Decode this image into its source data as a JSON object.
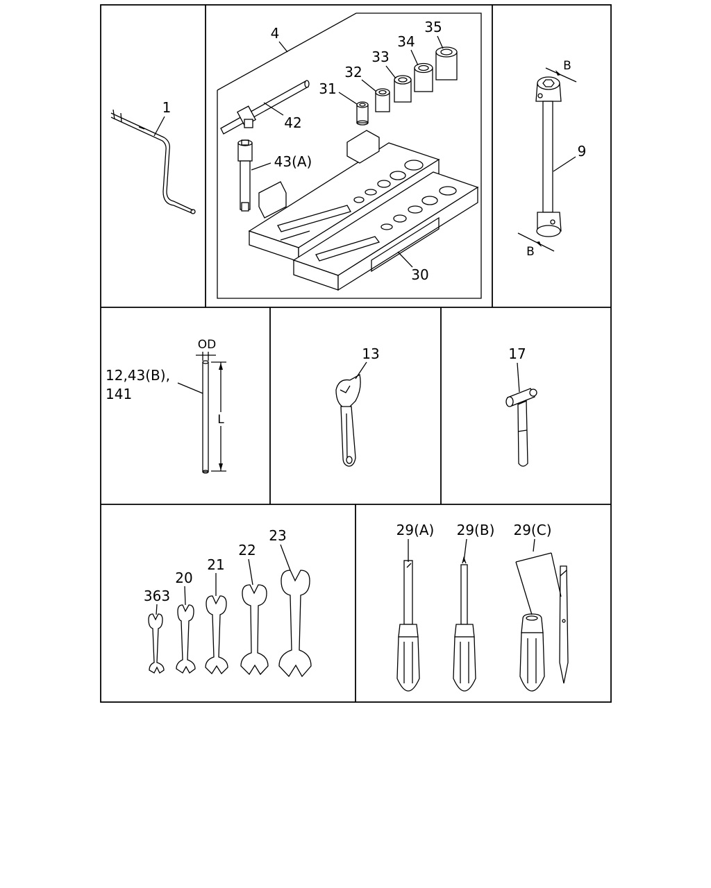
{
  "labels": {
    "crank_handle": "1",
    "tool_kit": "4",
    "socket_31": "31",
    "socket_32": "32",
    "socket_33": "33",
    "socket_34": "34",
    "socket_35": "35",
    "handle_42": "42",
    "extension_43a": "43(A)",
    "case_30": "30",
    "box_wrench": "9",
    "dimension_b_top": "B",
    "dimension_b_bottom": "B",
    "rod_line1": "12,43(B),",
    "rod_line2": "141",
    "rod_od": "OD",
    "rod_l": "L",
    "adjustable_wrench": "13",
    "hammer": "17",
    "wrench_363": "363",
    "wrench_20": "20",
    "wrench_21": "21",
    "wrench_22": "22",
    "wrench_23": "23",
    "screwdriver_a": "29(A)",
    "screwdriver_b": "29(B)",
    "screwdriver_c": "29(C)"
  }
}
